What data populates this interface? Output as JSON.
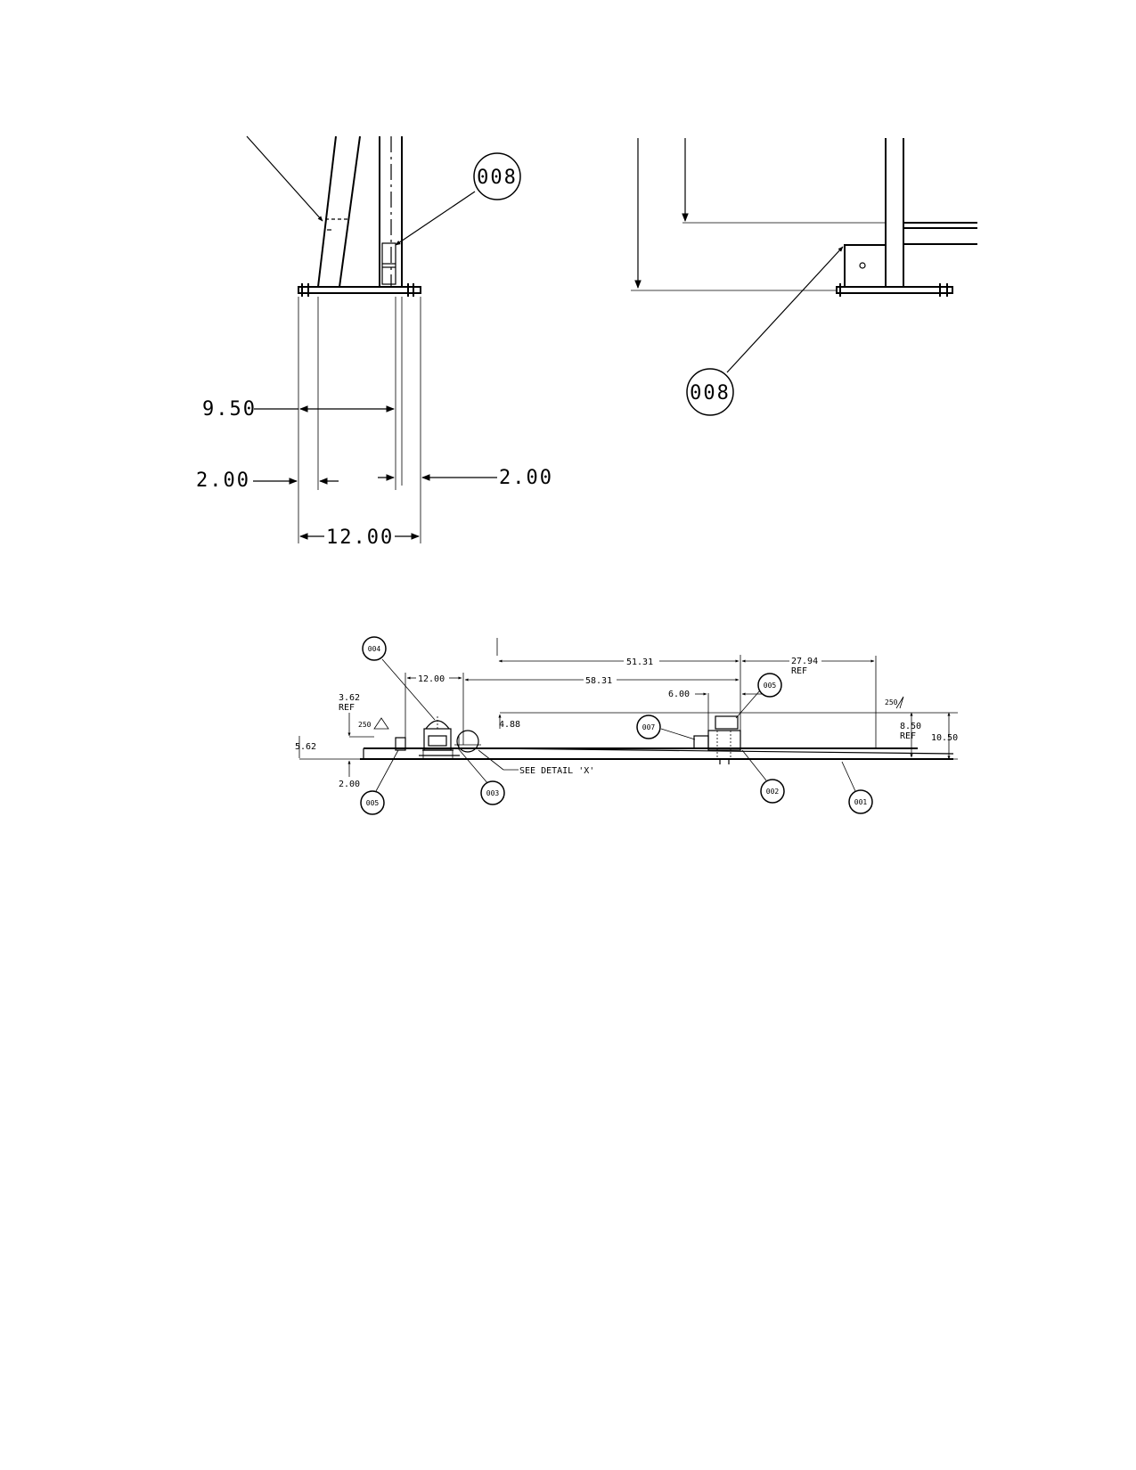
{
  "view_a": {
    "balloon": "008",
    "dim_top": "9.50",
    "dim_left": "2.00",
    "dim_right": "2.00",
    "dim_bottom": "12.00"
  },
  "view_b": {
    "balloon": "008"
  },
  "view_c": {
    "dim_51_31": "51.31",
    "dim_27_94": "27.94",
    "ref_27_94": "REF",
    "dim_12_00": "12.00",
    "dim_58_31": "58.31",
    "dim_6_00": "6.00",
    "dim_3_62": "3.62",
    "ref_3_62": "REF",
    "dim_5_62": "5.62",
    "dim_2_00": "2.00",
    "dim_4_88": "4.88",
    "dim_8_50": "8.50",
    "ref_8_50": "REF",
    "dim_10_50": "10.50",
    "weld_left": "250",
    "weld_right": "250",
    "note_detail": "SEE DETAIL 'X'",
    "balloons": {
      "b004": "004",
      "b005_left": "005",
      "b003": "003",
      "b005_right": "005",
      "b007": "007",
      "b002": "002",
      "b001": "001"
    }
  }
}
